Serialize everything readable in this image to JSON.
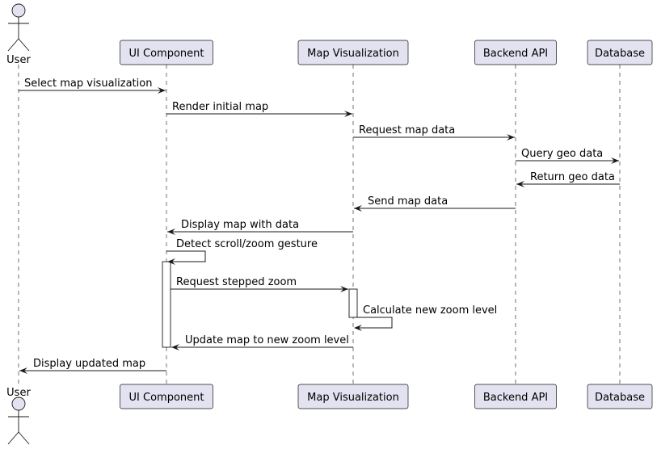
{
  "participants": [
    {
      "id": "user",
      "label": "User",
      "kind": "actor"
    },
    {
      "id": "ui",
      "label": "UI Component",
      "kind": "participant"
    },
    {
      "id": "map",
      "label": "Map Visualization",
      "kind": "participant"
    },
    {
      "id": "api",
      "label": "Backend API",
      "kind": "participant"
    },
    {
      "id": "db",
      "label": "Database",
      "kind": "participant"
    }
  ],
  "messages": [
    {
      "from": "user",
      "to": "ui",
      "label": "Select map visualization"
    },
    {
      "from": "ui",
      "to": "map",
      "label": "Render initial map"
    },
    {
      "from": "map",
      "to": "api",
      "label": "Request map data"
    },
    {
      "from": "api",
      "to": "db",
      "label": "Query geo data"
    },
    {
      "from": "db",
      "to": "api",
      "label": "Return geo data"
    },
    {
      "from": "api",
      "to": "map",
      "label": "Send map data"
    },
    {
      "from": "map",
      "to": "ui",
      "label": "Display map with data"
    },
    {
      "from": "ui",
      "to": "ui",
      "label": "Detect scroll/zoom gesture"
    },
    {
      "from": "ui",
      "to": "map",
      "label": "Request stepped zoom"
    },
    {
      "from": "map",
      "to": "map",
      "label": "Calculate new zoom level"
    },
    {
      "from": "map",
      "to": "ui",
      "label": "Update map to new zoom level"
    },
    {
      "from": "ui",
      "to": "user",
      "label": "Display updated map"
    }
  ],
  "colors": {
    "participant_fill": "#e2e2f0",
    "line": "#181818",
    "text": "#000000",
    "activation_fill": "#ffffff"
  }
}
